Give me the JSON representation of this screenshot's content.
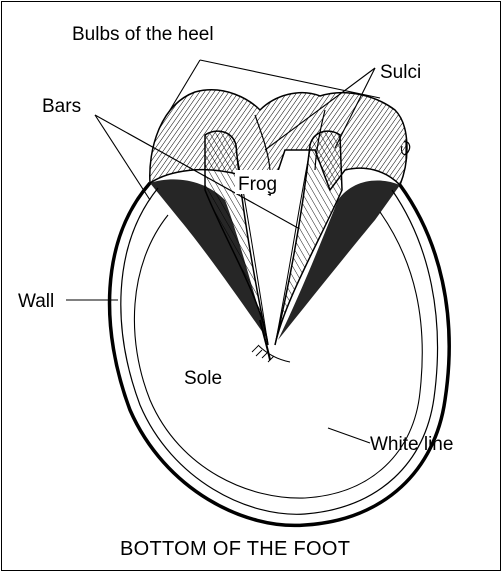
{
  "diagram": {
    "caption": "BOTTOM OF THE FOOT",
    "labels": {
      "bulbs": "Bulbs of the heel",
      "sulci": "Sulci",
      "bars": "Bars",
      "frog": "Frog",
      "wall": "Wall",
      "sole": "Sole",
      "white_line": "White line"
    },
    "colors": {
      "ink": "#000000",
      "paper": "#ffffff"
    }
  }
}
